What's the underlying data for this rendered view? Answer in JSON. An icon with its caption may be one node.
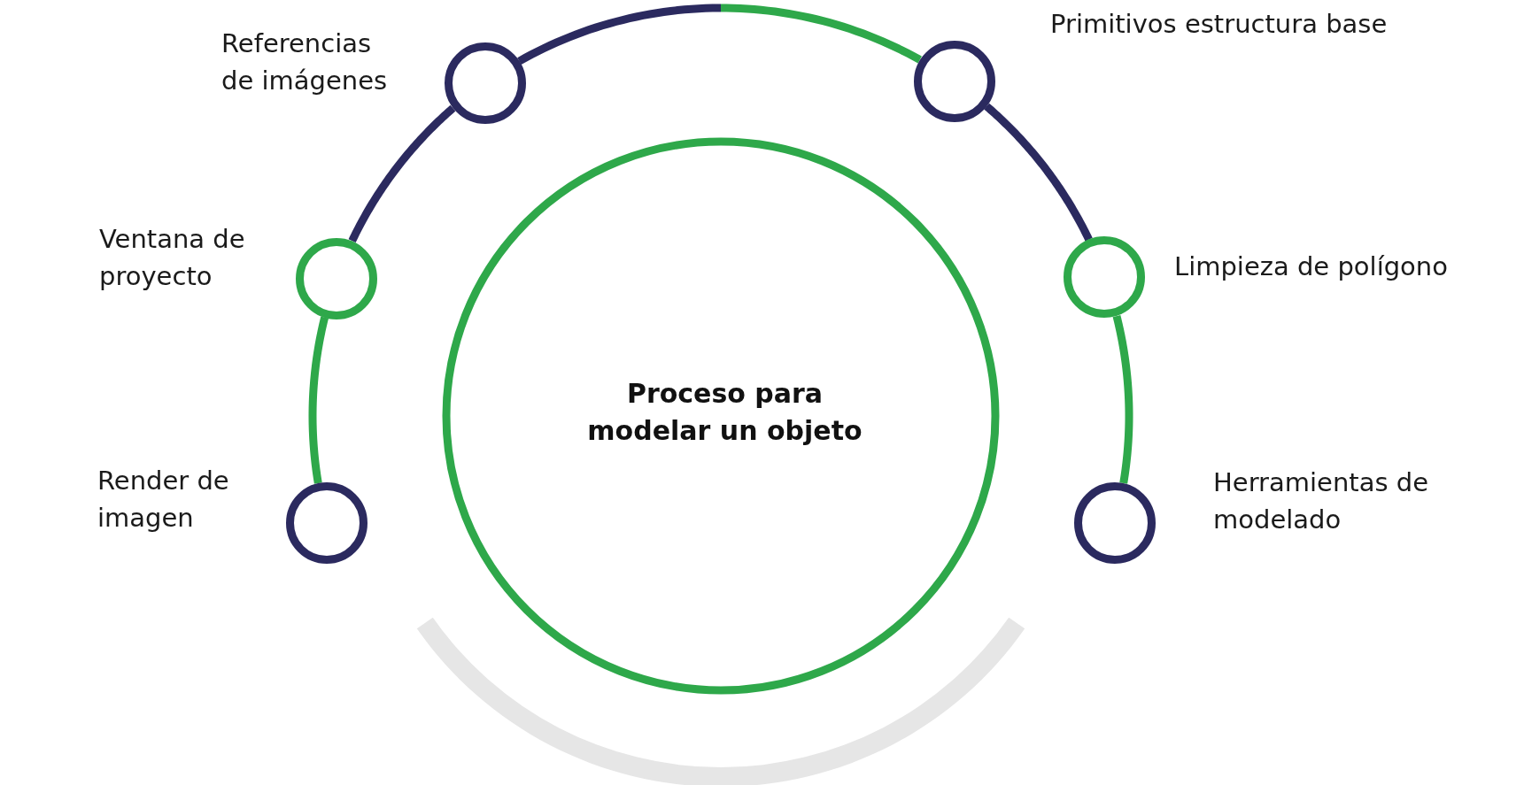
{
  "diagram": {
    "nodes": [
      {
        "text": [],
        "shape": "circle",
        "beside": [
          "Referencias de imágenes"
        ]
      },
      {
        "text": [],
        "shape": "circle",
        "beside": [
          "Primitivos estructura base"
        ]
      },
      {
        "text": [],
        "shape": "circle",
        "beside": [
          "Ventana de proyecto"
        ]
      },
      {
        "text": [],
        "shape": "circle",
        "beside": [
          "Limpieza de polígono"
        ]
      },
      {
        "text": [
          "Proceso para modelar un objeto"
        ]
      },
      {
        "text": [],
        "shape": "circle",
        "beside": [
          "Render de imagen"
        ]
      },
      {
        "text": [],
        "shape": "circle",
        "beside": [
          "Herramientas de modelado"
        ]
      }
    ],
    "edges": [
      {
        "from": 5,
        "to": 2,
        "arrow": "none",
        "color": "#2ea84a"
      },
      {
        "from": 2,
        "to": 0,
        "arrow": "none",
        "color": "#2b2a5f"
      },
      {
        "from": 0,
        "to": 1,
        "arrow": "none",
        "color": "#2b2a5f"
      },
      {
        "from": 1,
        "to": 3,
        "arrow": "none",
        "color": "#2b2a5f"
      },
      {
        "from": 3,
        "to": 6,
        "arrow": "none",
        "color": "#2ea84a"
      }
    ]
  }
}
